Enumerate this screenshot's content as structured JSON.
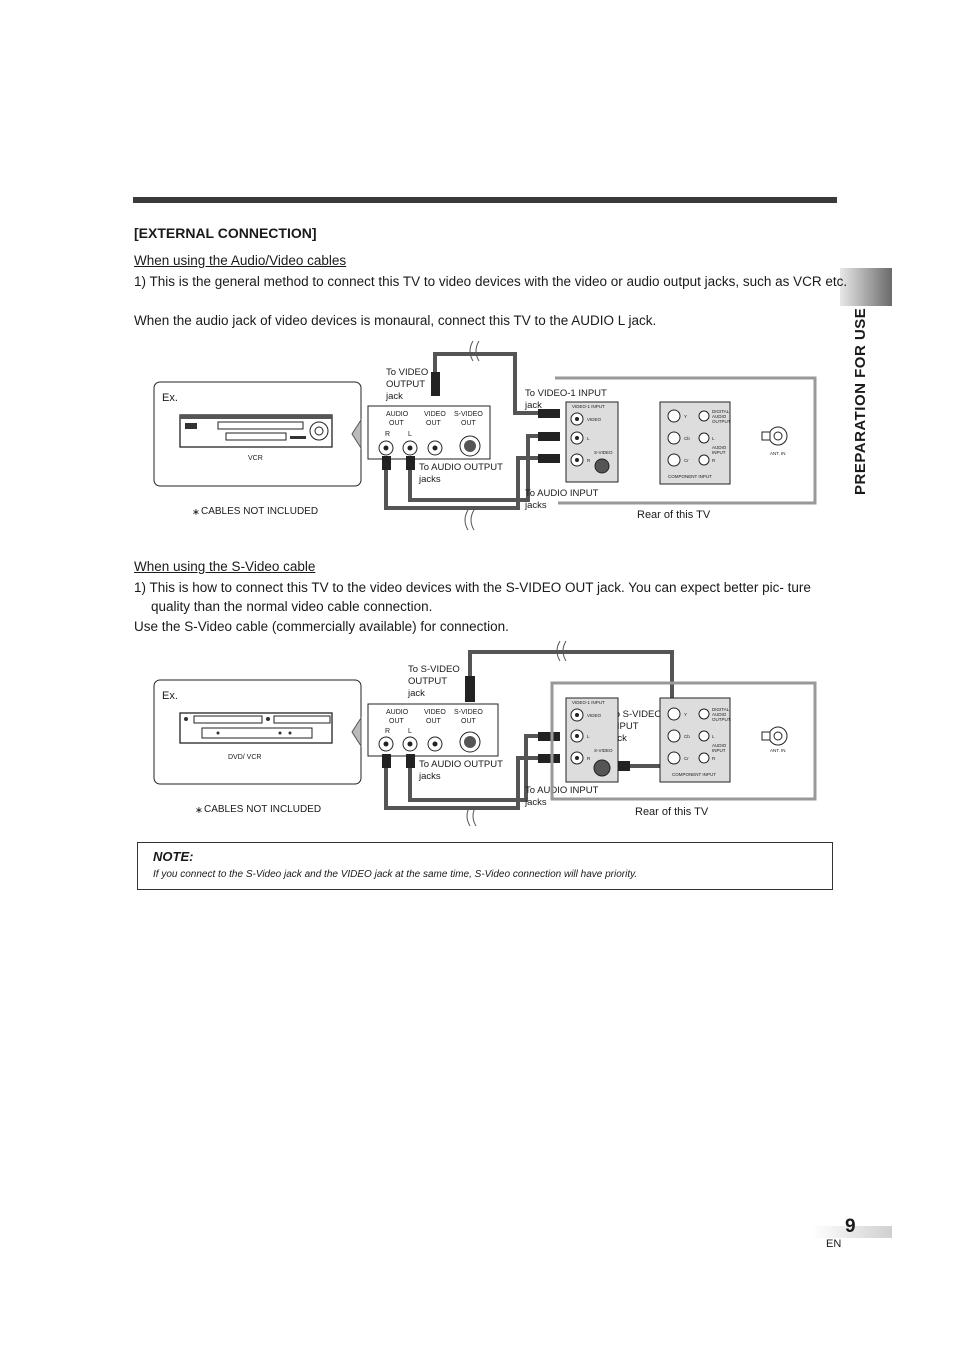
{
  "section_title": "[EXTERNAL CONNECTION]",
  "side_title": "PREPARATION FOR USE",
  "page_number": "9",
  "page_lang": "EN",
  "av": {
    "heading": "When using the Audio/Video cables",
    "para1": "1) This is the general method to connect this TV to video devices with the video or audio output jacks, such as VCR etc.",
    "para2": "When the audio jack of video devices is monaural, connect this TV to the AUDIO L jack.",
    "diagram": {
      "ex": "Ex.",
      "device": "VCR",
      "cables_note": "CABLES NOT INCLUDED",
      "asterisk": "∗",
      "to_video_output_1": "To VIDEO",
      "to_video_output_2": "OUTPUT",
      "to_video_output_3": "jack",
      "to_video1_input_1": "To VIDEO-1 INPUT",
      "to_video1_input_2": "jack",
      "to_audio_output_1": "To AUDIO OUTPUT",
      "to_audio_output_2": "jacks",
      "to_audio_input_1": "To AUDIO INPUT",
      "to_audio_input_2": "jacks",
      "rear": "Rear of this TV",
      "dev_audio": "AUDIO",
      "dev_video": "VIDEO",
      "dev_svideo": "S-VIDEO",
      "dev_out": "OUT",
      "dev_r": "R",
      "dev_l": "L",
      "tv_video1_input": "VIDEO-1 INPUT",
      "tv_video": "VIDEO",
      "tv_l": "L",
      "tv_r": "R",
      "tv_svideo": "S-VIDEO",
      "tv_y": "Y",
      "tv_cb": "Cb",
      "tv_cr": "Cr",
      "tv_component": "COMPONENT INPUT",
      "tv_digital_1": "DIGITAL",
      "tv_digital_2": "AUDIO",
      "tv_digital_3": "OUTPUT",
      "tv_audio_input_1": "AUDIO",
      "tv_audio_input_2": "INPUT",
      "tv_ant": "ANT. IN"
    }
  },
  "sv": {
    "heading": "When using the S-Video cable",
    "para1": "1) This is how to connect this TV to the video devices with the S-VIDEO OUT jack. You can expect better pic- ture quality than the normal video cable connection.",
    "para2": "Use the S-Video cable (commercially available) for connection.",
    "diagram": {
      "ex": "Ex.",
      "device": "DVD/ VCR",
      "cables_note": "CABLES NOT INCLUDED",
      "asterisk": "∗",
      "to_svideo_output_1": "To S-VIDEO",
      "to_svideo_output_2": "OUTPUT",
      "to_svideo_output_3": "jack",
      "to_svideo_input_1": "To S-VIDEO",
      "to_svideo_input_2": "INPUT",
      "to_svideo_input_3": "jack",
      "to_audio_output_1": "To AUDIO OUTPUT",
      "to_audio_output_2": "jacks",
      "to_audio_input_1": "To AUDIO INPUT",
      "to_audio_input_2": "jacks",
      "rear": "Rear of this TV",
      "dev_audio": "AUDIO",
      "dev_video": "VIDEO",
      "dev_svideo": "S-VIDEO",
      "dev_out": "OUT",
      "dev_r": "R",
      "dev_l": "L",
      "tv_video1_input": "VIDEO-1 INPUT",
      "tv_video": "VIDEO",
      "tv_l": "L",
      "tv_r": "R",
      "tv_svideo": "S-VIDEO",
      "tv_y": "Y",
      "tv_cb": "Cb",
      "tv_cr": "Cr",
      "tv_component": "COMPONENT INPUT",
      "tv_digital_1": "DIGITAL",
      "tv_digital_2": "AUDIO",
      "tv_digital_3": "OUTPUT",
      "tv_audio_input_1": "AUDIO",
      "tv_audio_input_2": "INPUT",
      "tv_ant": "ANT. IN"
    }
  },
  "note": {
    "title": "NOTE:",
    "text": "If you connect to the S-Video jack and the VIDEO jack at the same time, S-Video connection will have priority."
  }
}
